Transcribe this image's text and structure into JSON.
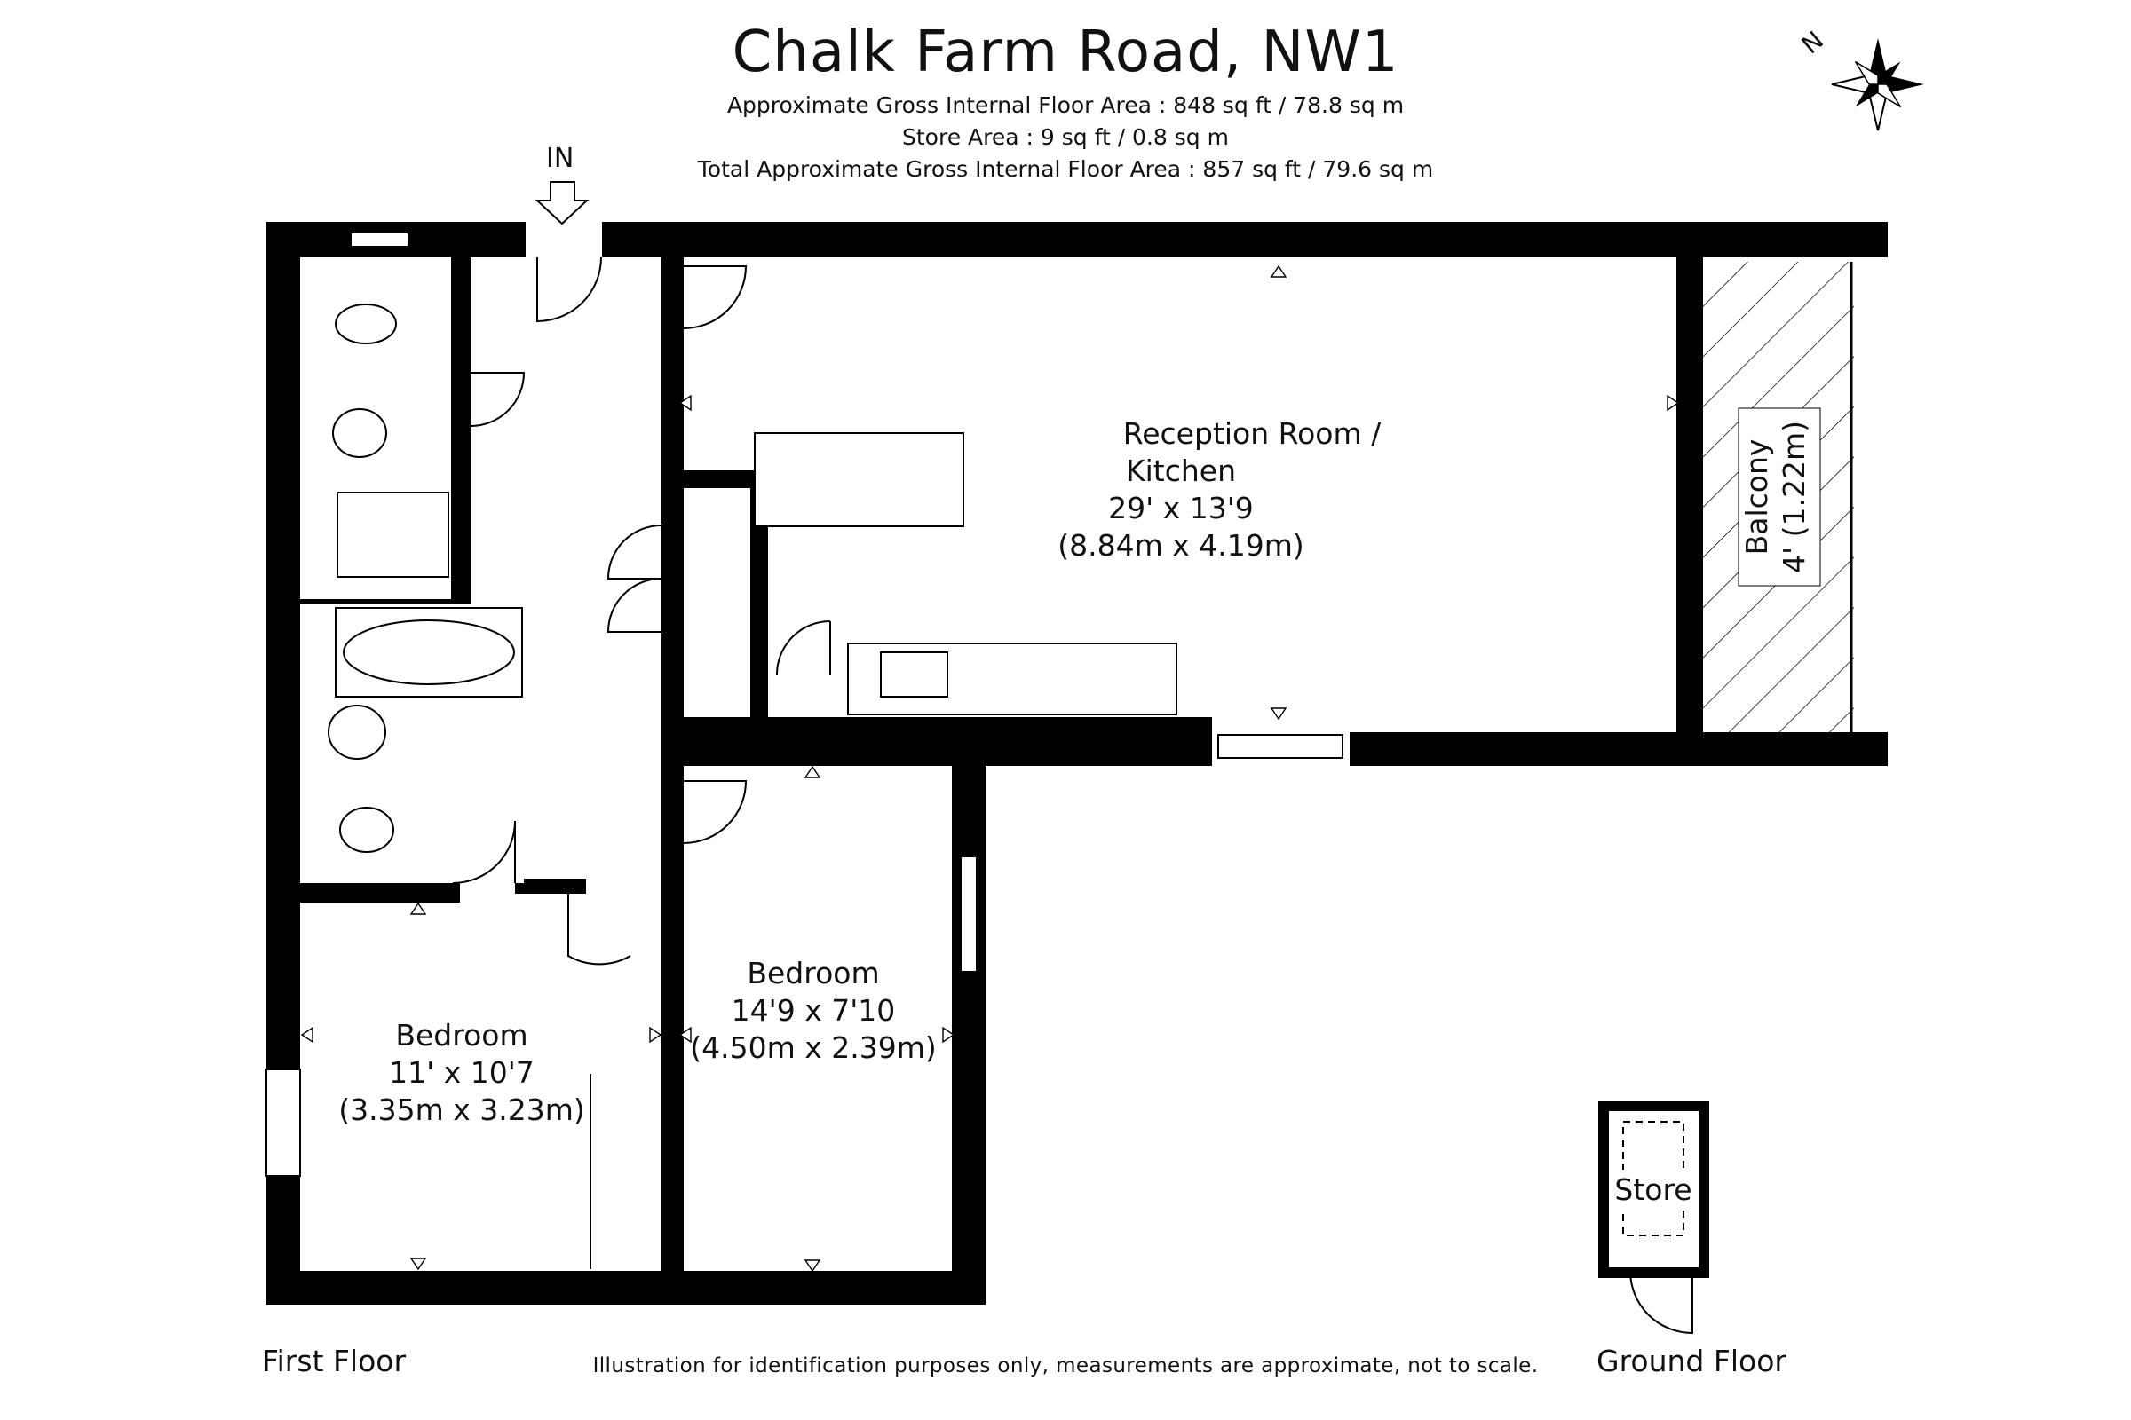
{
  "header": {
    "title": "Chalk Farm Road, NW1",
    "line1": "Approximate Gross Internal Floor Area : 848 sq ft / 78.8 sq m",
    "line2": "Store Area : 9 sq ft / 0.8 sq m",
    "line3": "Total Approximate Gross Internal Floor Area : 857 sq ft / 79.6 sq m"
  },
  "entrance_label": "IN",
  "compass_label": "N",
  "rooms": {
    "reception": {
      "name_line1": "Reception Room /",
      "name_line2": "Kitchen",
      "dims_imperial": "29' x 13'9",
      "dims_metric": "(8.84m x 4.19m)"
    },
    "balcony": {
      "name": "Balcony",
      "dims": "4' (1.22m)"
    },
    "bedroom_right": {
      "name": "Bedroom",
      "dims_imperial": "14'9 x 7'10",
      "dims_metric": "(4.50m x 2.39m)"
    },
    "bedroom_left": {
      "name": "Bedroom",
      "dims_imperial": "11' x 10'7",
      "dims_metric": "(3.35m x 3.23m)"
    },
    "store": {
      "name": "Store"
    }
  },
  "floor_labels": {
    "first": "First Floor",
    "ground": "Ground Floor"
  },
  "disclaimer": "Illustration for identification purposes only, measurements are approximate, not to scale."
}
